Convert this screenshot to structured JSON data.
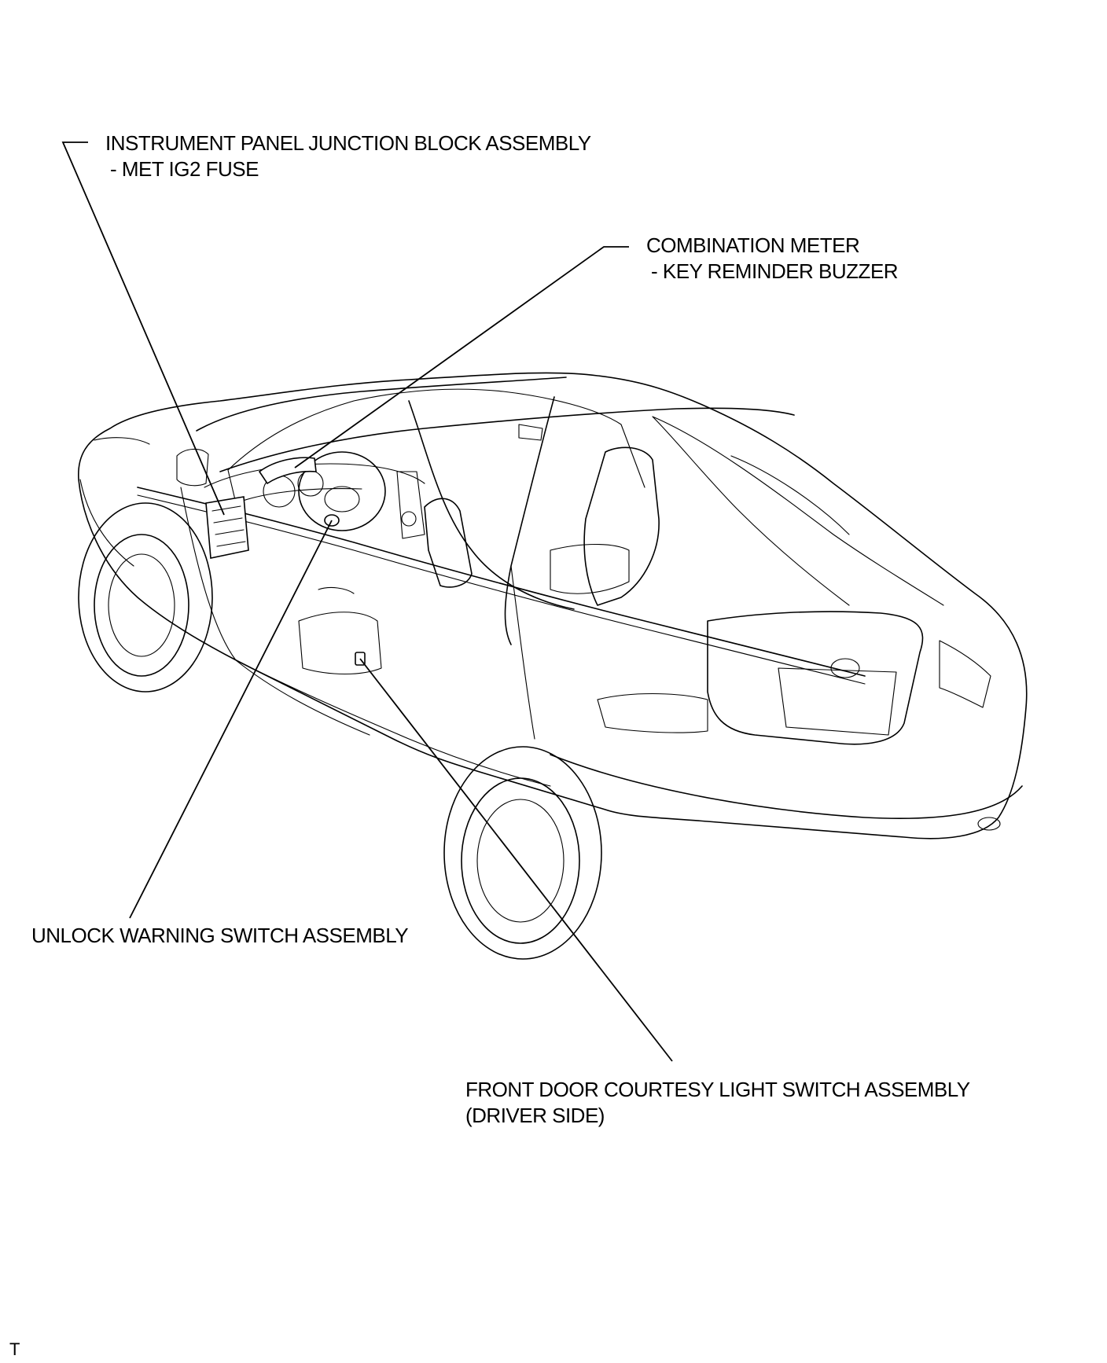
{
  "callouts": {
    "instrument_panel_junction_block": {
      "title": "INSTRUMENT PANEL JUNCTION BLOCK ASSEMBLY",
      "detail": "- MET IG2 FUSE"
    },
    "combination_meter": {
      "title": "COMBINATION METER",
      "detail": "- KEY REMINDER BUZZER"
    },
    "unlock_warning_switch": {
      "title": "UNLOCK WARNING SWITCH ASSEMBLY"
    },
    "front_door_courtesy_switch": {
      "title": "FRONT DOOR COURTESY LIGHT SWITCH ASSEMBLY",
      "detail": "(DRIVER SIDE)"
    }
  },
  "corner_mark": "T"
}
